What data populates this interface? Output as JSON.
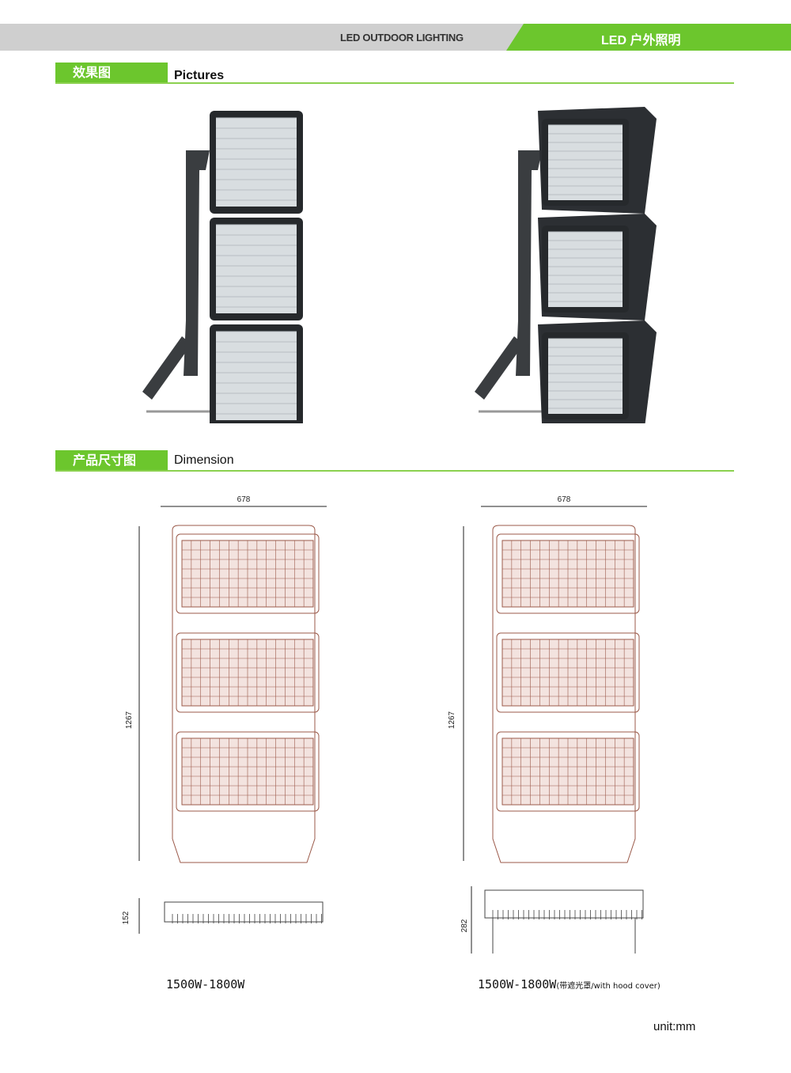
{
  "header": {
    "category_en": "LED OUTDOOR LIGHTING",
    "category_cn": "LED 户外照明",
    "accent_color": "#6cc62d"
  },
  "sections": [
    {
      "label_cn": "效果图",
      "label_en": "Pictures"
    },
    {
      "label_cn": "产品尺寸图",
      "label_en": "Dimension"
    }
  ],
  "drawings": [
    {
      "width": "678",
      "height": "1267",
      "depth": "152",
      "caption": "1500W-1800W",
      "caption_note": ""
    },
    {
      "width": "678",
      "height": "1267",
      "depth": "282",
      "caption": "1500W-1800W",
      "caption_note": "(带遮光罩/with hood cover)"
    }
  ],
  "unit": "unit:mm"
}
